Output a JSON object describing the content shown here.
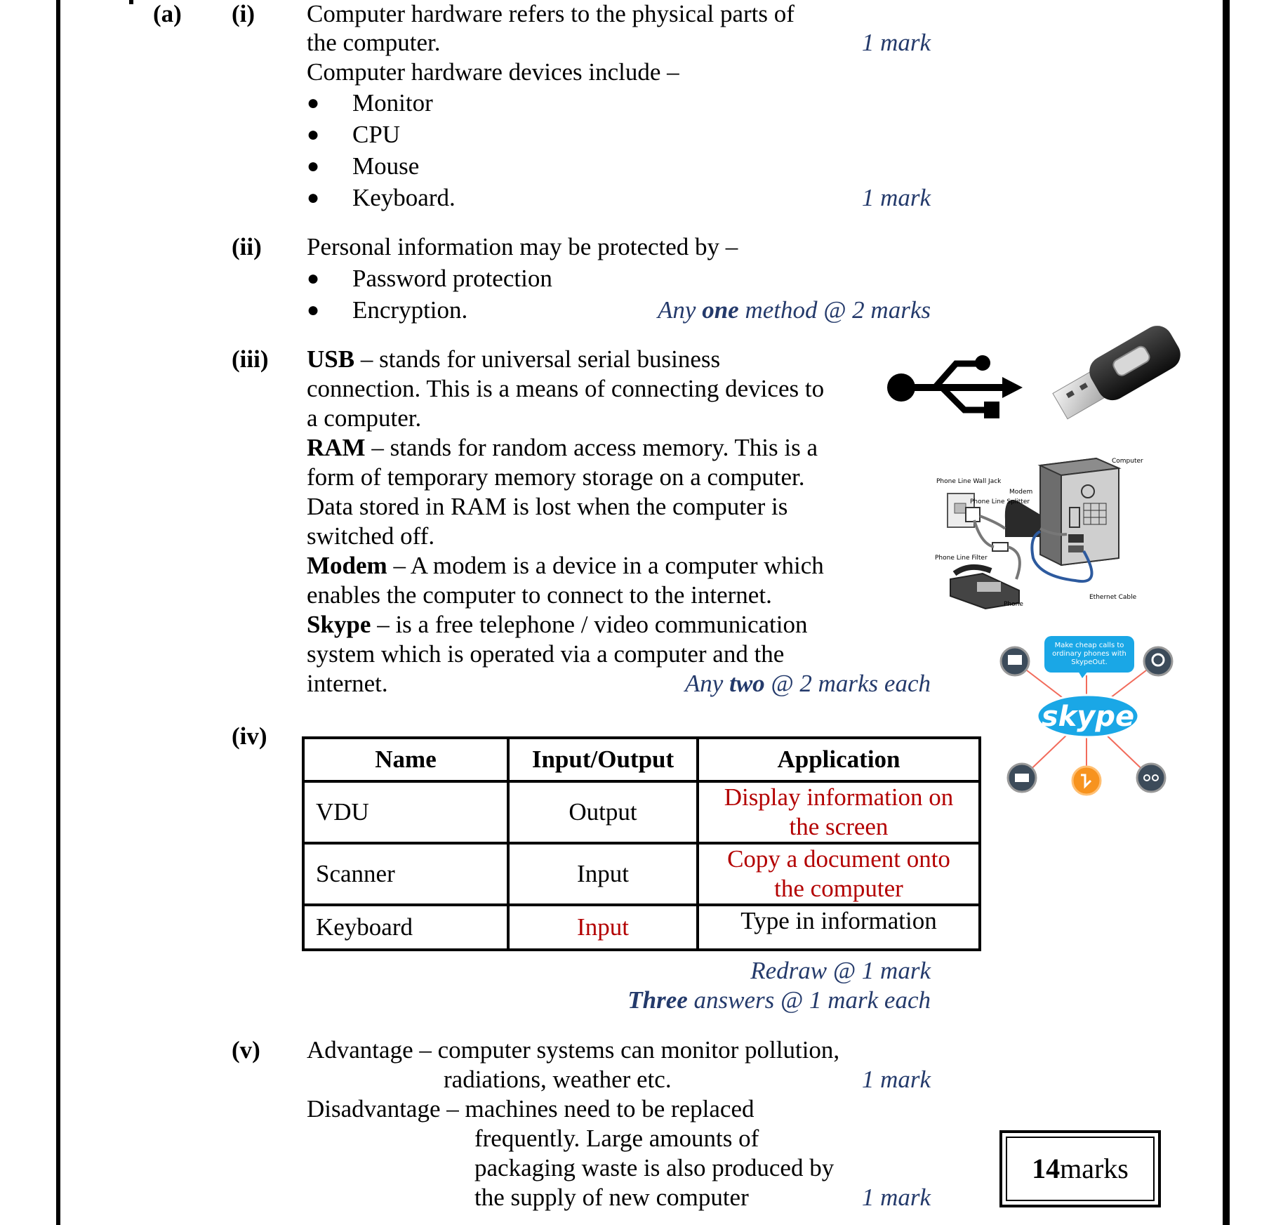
{
  "section": {
    "label_a": "(a)",
    "i": {
      "num": "(i)",
      "line1": "Computer hardware refers to the physical parts of",
      "line2": "the computer.",
      "mark1": "1 mark",
      "line3": "Computer hardware devices include –",
      "bullets": [
        "Monitor",
        "CPU",
        "Mouse",
        "Keyboard."
      ],
      "mark2": "1 mark"
    },
    "ii": {
      "num": "(ii)",
      "intro": "Personal information may be protected by –",
      "bullets": [
        "Password protection",
        "Encryption."
      ],
      "mark_pre": "Any ",
      "mark_bold": "one",
      "mark_post": " method @ 2 marks"
    },
    "iii": {
      "num": "(iii)",
      "usb_term": "USB",
      "usb_l1": " – stands for universal serial business",
      "usb_l2": "connection. This is a means of connecting devices to",
      "usb_l3": "a computer.",
      "ram_term": "RAM",
      "ram_l1": " – stands for random access memory. This is a",
      "ram_l2": "form of temporary memory storage on a computer.",
      "ram_l3": "Data stored in RAM is lost when the computer is",
      "ram_l4": "switched off.",
      "modem_term": "Modem",
      "modem_l1": " – A modem is a device in a computer which",
      "modem_l2": "enables the computer to connect to the internet.",
      "skype_term": "Skype",
      "skype_l1": " – is a free telephone / video communication",
      "skype_l2": "system which is operated via a computer and the",
      "skype_l3": "internet.",
      "mark_pre": "Any ",
      "mark_bold": "two",
      "mark_post": " @ 2 marks each"
    },
    "iv": {
      "num": "(iv)",
      "headers": [
        "Name",
        "Input/Output",
        "Application"
      ],
      "rows": [
        {
          "name": "VDU",
          "io": "Output",
          "app_l1": "Display information on",
          "app_l2": "the screen"
        },
        {
          "name": "Scanner",
          "io": "Input",
          "app_l1": "Copy a document onto",
          "app_l2": "the computer"
        },
        {
          "name": "Keyboard",
          "io": "Input",
          "app_l1": "Type in information",
          "app_l2": ""
        }
      ],
      "mark1": "Redraw @ 1 mark",
      "mark2_bold": "Three",
      "mark2_post": " answers @ 1 mark each"
    },
    "v": {
      "num": "(v)",
      "adv_l1": "Advantage – computer systems can monitor pollution,",
      "adv_l2": "radiations, weather etc.",
      "mark1": "1 mark",
      "dis_l1": "Disadvantage – machines need to be replaced",
      "dis_l2": "frequently. Large amounts of",
      "dis_l3": "packaging waste is also produced by",
      "dis_l4": "the supply of new computer",
      "mark2": "1 mark"
    }
  },
  "total_marks": {
    "num": "14",
    "word": " marks"
  },
  "diagram_modem": {
    "labels": [
      "Computer",
      "Phone Line Wall Jack",
      "Modem",
      "Phone Line Splitter",
      "Phone Line Filter",
      "Ethernet Cable",
      "Phone"
    ]
  },
  "skype_graphic": {
    "bubble_l1": "Make cheap calls to",
    "bubble_l2": "ordinary phones with",
    "bubble_l3": "SkypeOut.",
    "logo": "skype"
  },
  "colors": {
    "mark_text": "#243a6b",
    "answer_red": "#b30000",
    "skype_blue": "#1aa7e6"
  }
}
